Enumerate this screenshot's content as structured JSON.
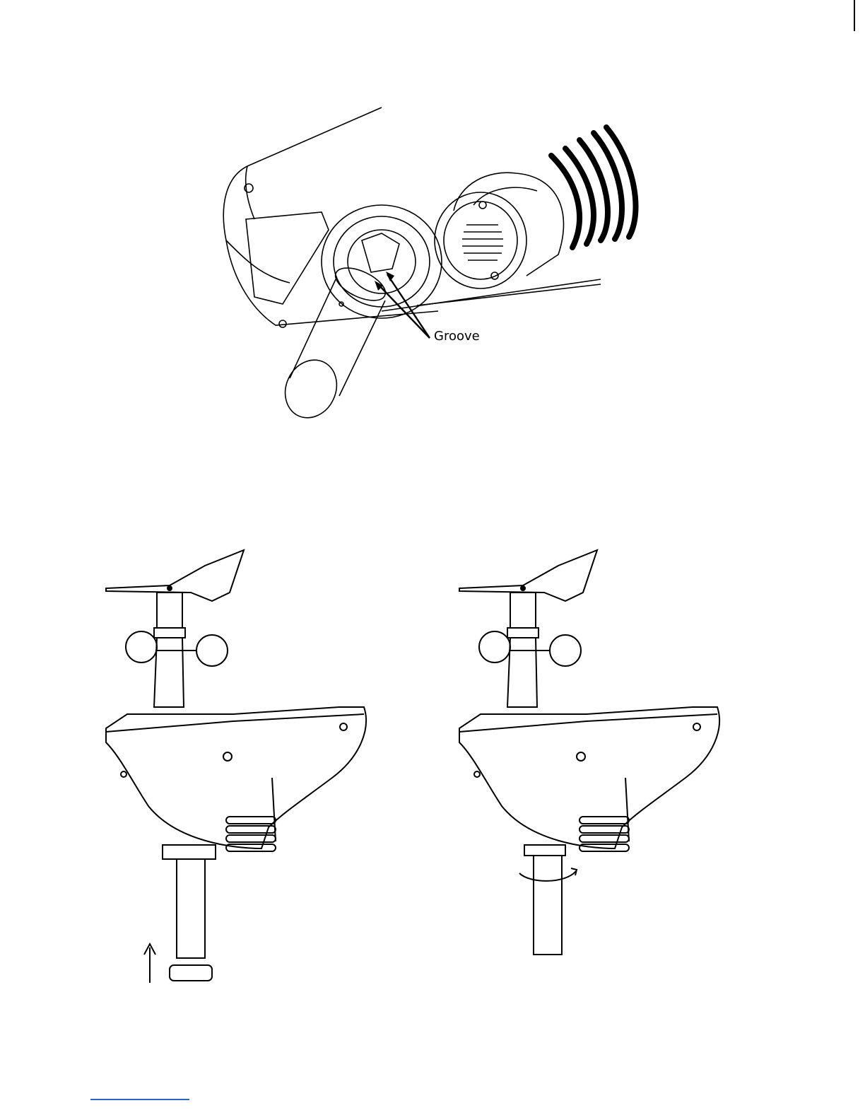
{
  "figures": {
    "top": {
      "callout_label": "Groove",
      "icon": "mounting-pole-insert-illustration"
    },
    "left": {
      "icon": "weather-station-insert-pole-illustration"
    },
    "right": {
      "icon": "weather-station-rotate-pole-illustration"
    }
  },
  "colors": {
    "line": "#000000",
    "footer_rule": "#2e64c8"
  }
}
